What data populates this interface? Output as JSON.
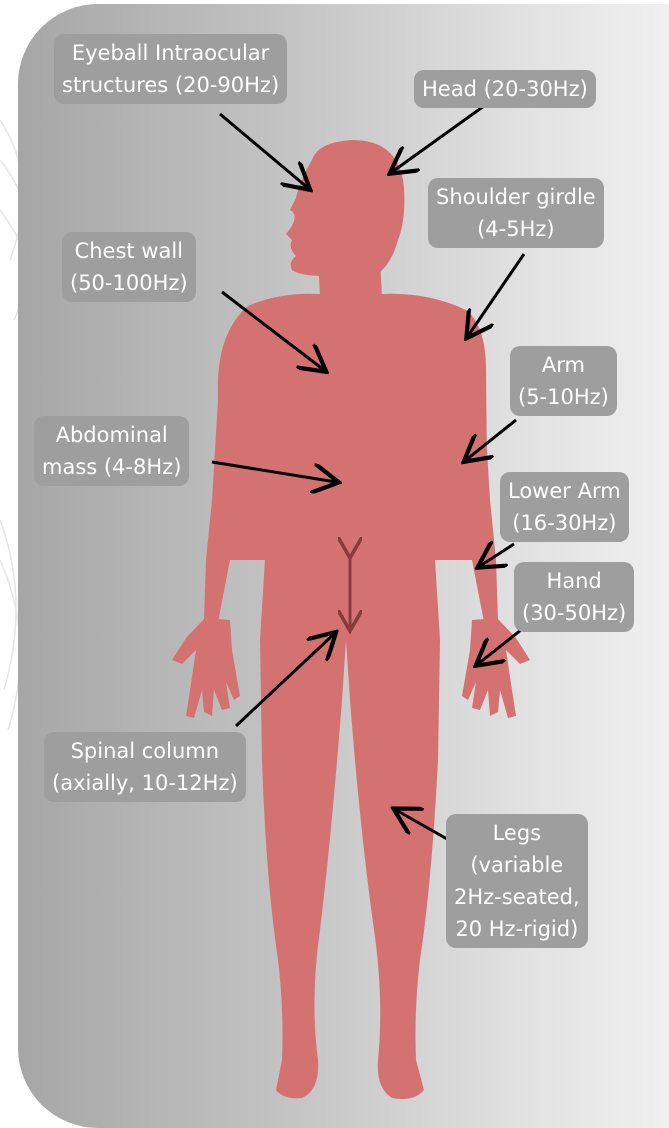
{
  "labels": {
    "eyeball": {
      "line1": "Eyeball Intraocular",
      "line2": "structures (20-90Hz)"
    },
    "head": {
      "line1": "Head (20-30Hz)"
    },
    "shoulder": {
      "line1": "Shoulder girdle",
      "line2": "(4-5Hz)"
    },
    "chest": {
      "line1": "Chest wall",
      "line2": "(50-100Hz)"
    },
    "arm": {
      "line1": "Arm",
      "line2": "(5-10Hz)"
    },
    "abdominal": {
      "line1": "Abdominal",
      "line2": "mass (4-8Hz)"
    },
    "lower_arm": {
      "line1": "Lower Arm",
      "line2": "(16-30Hz)"
    },
    "hand": {
      "line1": "Hand",
      "line2": "(30-50Hz)"
    },
    "spinal": {
      "line1": "Spinal column",
      "line2": "(axially, 10-12Hz)"
    },
    "legs": {
      "line1": "Legs",
      "line2": "(variable",
      "line3": "2Hz-seated,",
      "line4": "20 Hz-rigid)"
    }
  },
  "colors": {
    "body": "#d47272",
    "label_bg": "#9e9e9e",
    "arrow": "#000000",
    "spine_arrow": "#8b3a3a"
  }
}
